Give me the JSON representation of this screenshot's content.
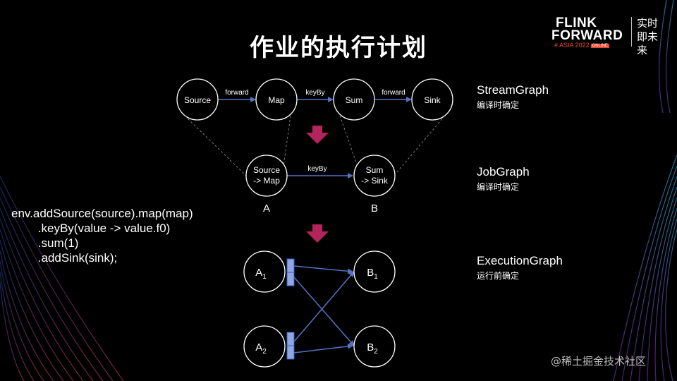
{
  "title": "作业的执行计划",
  "logo": {
    "line1": "FLINK",
    "line2": "FORWARD",
    "line3": "# ASIA 2022",
    "badge": "ONLINE",
    "cn": "实时即未来"
  },
  "code": {
    "line1": "env.addSource(source).map(map)",
    "line2": "        .keyBy(value -> value.f0)",
    "line3": "        .sum(1)",
    "line4": "        .addSink(sink);"
  },
  "stream_graph": {
    "nodes": [
      "Source",
      "Map",
      "Sum",
      "Sink"
    ],
    "edges": [
      "forward",
      "keyBy",
      "forward"
    ]
  },
  "job_graph": {
    "nodes": [
      {
        "line1": "Source",
        "line2": "-> Map",
        "id": "A"
      },
      {
        "line1": "Sum",
        "line2": "-> Sink",
        "id": "B"
      }
    ],
    "edge": "keyBy"
  },
  "execution_graph": {
    "nodes": [
      {
        "base": "A",
        "sub": "1"
      },
      {
        "base": "B",
        "sub": "1"
      },
      {
        "base": "A",
        "sub": "2"
      },
      {
        "base": "B",
        "sub": "2"
      }
    ]
  },
  "labels": {
    "stream_graph": {
      "name": "StreamGraph",
      "note": "编译时确定"
    },
    "job_graph": {
      "name": "JobGraph",
      "note": "编译时确定"
    },
    "execution_graph": {
      "name": "ExecutionGraph",
      "note": "运行前确定"
    }
  },
  "watermark": "@稀土掘金技术社区",
  "colors": {
    "arrow_blue": "#5472c4",
    "node_stroke": "#ffffff",
    "down_arrow": "#b3245c",
    "partition_fill": "#8fa6e0",
    "logo_accent": "#e9472f"
  }
}
